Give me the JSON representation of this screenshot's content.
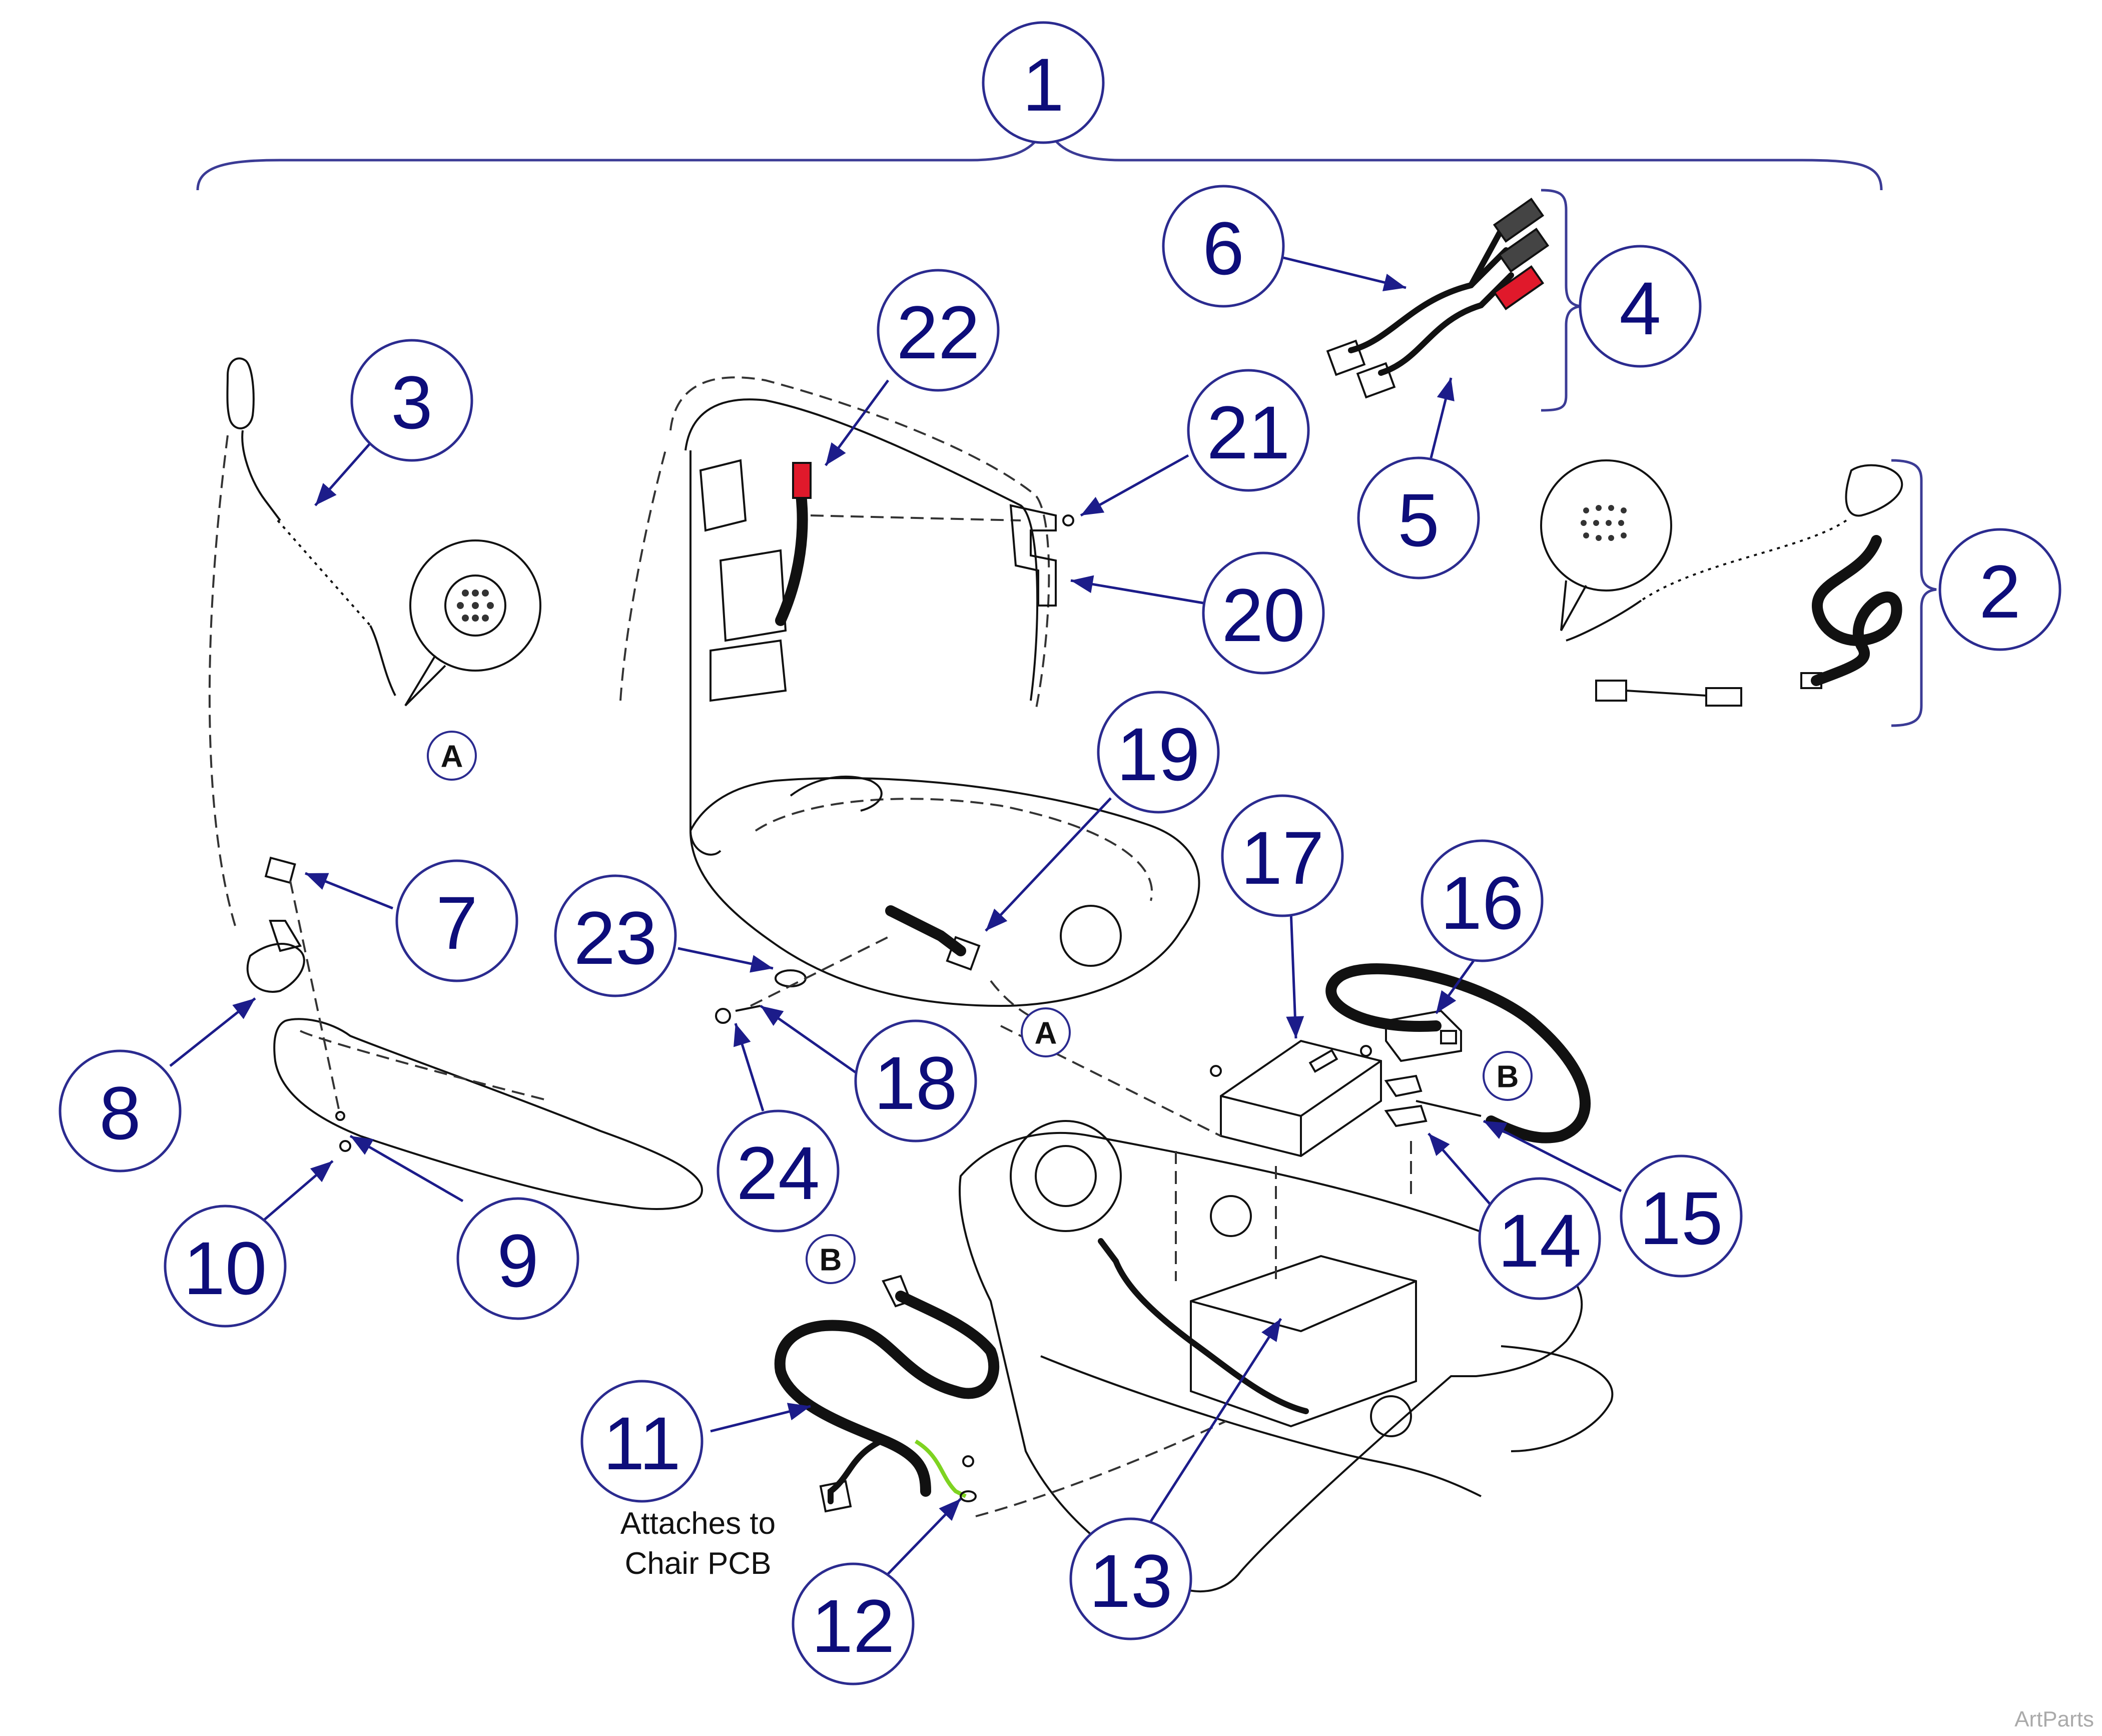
{
  "callouts": [
    {
      "id": "c1",
      "label": "1"
    },
    {
      "id": "c2",
      "label": "2"
    },
    {
      "id": "c3",
      "label": "3"
    },
    {
      "id": "c4",
      "label": "4"
    },
    {
      "id": "c5",
      "label": "5"
    },
    {
      "id": "c6",
      "label": "6"
    },
    {
      "id": "c7",
      "label": "7"
    },
    {
      "id": "c8",
      "label": "8"
    },
    {
      "id": "c9",
      "label": "9"
    },
    {
      "id": "c10",
      "label": "10"
    },
    {
      "id": "c11",
      "label": "11"
    },
    {
      "id": "c12",
      "label": "12"
    },
    {
      "id": "c13",
      "label": "13"
    },
    {
      "id": "c14",
      "label": "14"
    },
    {
      "id": "c15",
      "label": "15"
    },
    {
      "id": "c16",
      "label": "16"
    },
    {
      "id": "c17",
      "label": "17"
    },
    {
      "id": "c18",
      "label": "18"
    },
    {
      "id": "c19",
      "label": "19"
    },
    {
      "id": "c20",
      "label": "20"
    },
    {
      "id": "c21",
      "label": "21"
    },
    {
      "id": "c22",
      "label": "22"
    },
    {
      "id": "c23",
      "label": "23"
    },
    {
      "id": "c24",
      "label": "24"
    }
  ],
  "refs": {
    "a": "A",
    "b": "B"
  },
  "note": {
    "line1": "Attaches to",
    "line2": "Chair PCB"
  },
  "credit": "ArtParts",
  "colors": {
    "callout": "#0d0d7a",
    "leader": "#1c1c8a",
    "accent_red": "#e0192b",
    "accent_green": "#7ed321"
  }
}
